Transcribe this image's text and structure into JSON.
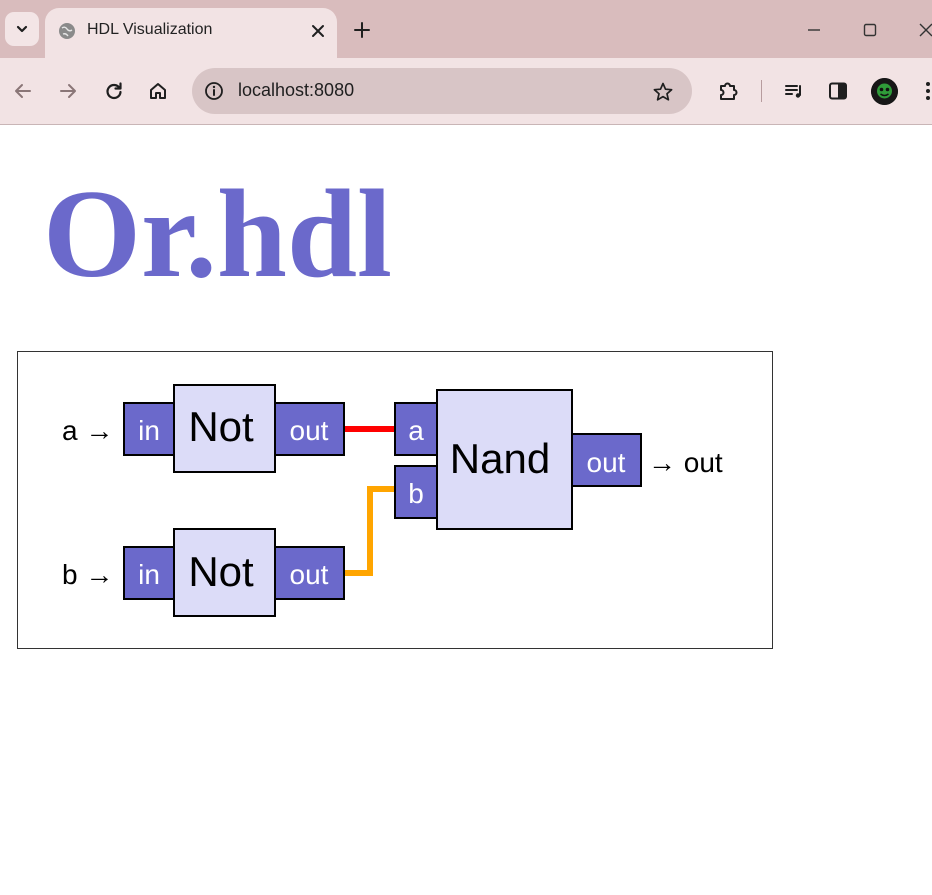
{
  "browser": {
    "tab": {
      "title": "HDL Visualization",
      "favicon": "globe-icon"
    },
    "new_tab_icon": "plus-icon",
    "window_controls": [
      "minimize-icon",
      "maximize-icon",
      "close-icon"
    ],
    "address_bar": {
      "url": "localhost:8080",
      "site_info_icon": "info-icon",
      "bookmark_icon": "star-icon"
    },
    "nav_icons": [
      "back-arrow-icon",
      "forward-arrow-icon",
      "reload-icon",
      "home-icon"
    ],
    "toolbar_icons": [
      "extensions-icon",
      "reading-list-icon",
      "side-panel-icon",
      "profile-avatar",
      "more-menu-icon"
    ]
  },
  "page": {
    "title": "Or.hdl",
    "title_color": "#6b69cb"
  },
  "diagram": {
    "inputs": [
      {
        "name": "a",
        "arrow": "→"
      },
      {
        "name": "b",
        "arrow": "→"
      }
    ],
    "output": {
      "arrow": "→",
      "name": "out"
    },
    "chips": [
      {
        "name": "Not",
        "in_pin": "in",
        "out_pin": "out"
      },
      {
        "name": "Not",
        "in_pin": "in",
        "out_pin": "out"
      },
      {
        "name": "Nand",
        "in_pins": [
          "a",
          "b"
        ],
        "out_pin": "out"
      }
    ],
    "wires": [
      {
        "from": "Not.out",
        "to": "Nand.a",
        "color": "#ff0000"
      },
      {
        "from": "Not.out",
        "to": "Nand.b",
        "color": "#ffa500"
      }
    ],
    "colors": {
      "pin_fill": "#6b69cb",
      "chip_fill": "#dcdcf8",
      "pin_text": "#ffffff"
    }
  }
}
